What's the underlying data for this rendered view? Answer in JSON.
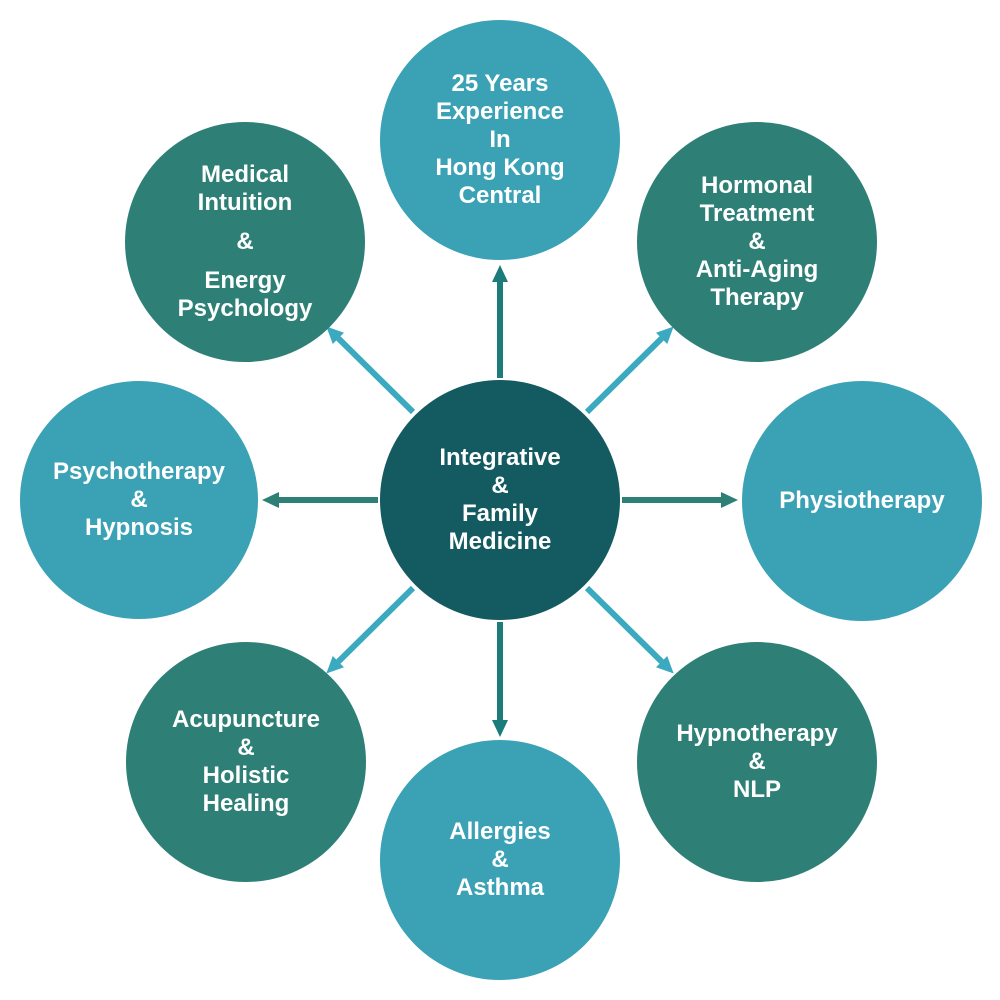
{
  "colors": {
    "background": "#FFFFFF",
    "center_circle": "#135A61",
    "green_circle": "#2E8077",
    "teal_circle": "#3BA2B6",
    "diagonal_arrow": "#3BAAC0",
    "horizontal_arrow": "#2E8077",
    "vertical_arrow": "#1B7C7B",
    "text": "#FFFFFF"
  },
  "nodes": {
    "center": {
      "lines": [
        "Integrative",
        "&",
        "Family",
        "Medicine"
      ]
    },
    "top": {
      "lines": [
        "25 Years",
        "Experience",
        "In",
        "Hong Kong",
        "Central"
      ]
    },
    "top_right": {
      "lines": [
        "Hormonal",
        "Treatment",
        "&",
        "Anti-Aging",
        "Therapy"
      ]
    },
    "right": {
      "lines": [
        "Physiotherapy"
      ]
    },
    "bottom_right": {
      "lines": [
        "Hypnotherapy",
        "&",
        "NLP"
      ]
    },
    "bottom": {
      "lines": [
        "Allergies",
        "&",
        "Asthma"
      ]
    },
    "bottom_left": {
      "lines": [
        "Acupuncture",
        "&",
        "Holistic",
        "Healing"
      ]
    },
    "left": {
      "lines": [
        "Psychotherapy",
        "&",
        "Hypnosis"
      ]
    },
    "top_left": {
      "lines": [
        "Medical",
        "Intuition",
        "&",
        "Energy",
        "Psychology"
      ]
    }
  }
}
